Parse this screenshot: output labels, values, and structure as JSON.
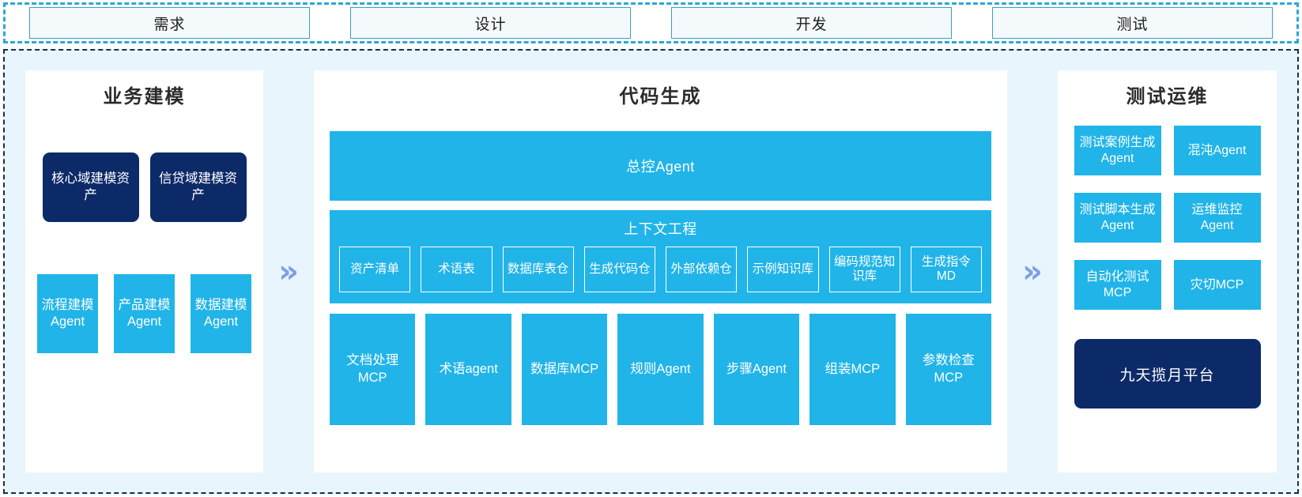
{
  "phases": {
    "items": [
      {
        "label": "需求"
      },
      {
        "label": "设计"
      },
      {
        "label": "开发"
      },
      {
        "label": "测试"
      }
    ]
  },
  "separators": {
    "chevron_glyph": "»"
  },
  "colors": {
    "cyan": "#21b4e8",
    "navy": "#0d2a68",
    "frame_bg": "#e8f5fd",
    "chevron": "#7b9fe8",
    "phase_border": "#3e9fc0"
  },
  "columns": {
    "business_modeling": {
      "title": "业务建模",
      "assets": [
        {
          "label": "核心域建模资产"
        },
        {
          "label": "信贷域建模资产"
        }
      ],
      "agents": [
        {
          "label": "流程建模Agent"
        },
        {
          "label": "产品建模Agent"
        },
        {
          "label": "数据建模Agent"
        }
      ]
    },
    "code_generation": {
      "title": "代码生成",
      "master_agent": {
        "label": "总控Agent"
      },
      "context_engineering": {
        "title": "上下文工程",
        "items": [
          {
            "label": "资产清单"
          },
          {
            "label": "术语表"
          },
          {
            "label": "数据库表仓"
          },
          {
            "label": "生成代码仓"
          },
          {
            "label": "外部依赖仓"
          },
          {
            "label": "示例知识库"
          },
          {
            "label": "编码规范知识库"
          },
          {
            "label": "生成指令MD"
          }
        ]
      },
      "tools": [
        {
          "label": "文档处理MCP"
        },
        {
          "label": "术语agent"
        },
        {
          "label": "数据库MCP"
        },
        {
          "label": "规则Agent"
        },
        {
          "label": "步骤Agent"
        },
        {
          "label": "组装MCP"
        },
        {
          "label": "参数检查MCP"
        }
      ]
    },
    "test_ops": {
      "title": "测试运维",
      "items": [
        {
          "label": "测试案例生成Agent"
        },
        {
          "label": "混沌Agent"
        },
        {
          "label": "测试脚本生成Agent"
        },
        {
          "label": "运维监控Agent"
        },
        {
          "label": "自动化测试MCP"
        },
        {
          "label": "灾切MCP"
        }
      ],
      "platform": {
        "label": "九天揽月平台"
      }
    }
  }
}
